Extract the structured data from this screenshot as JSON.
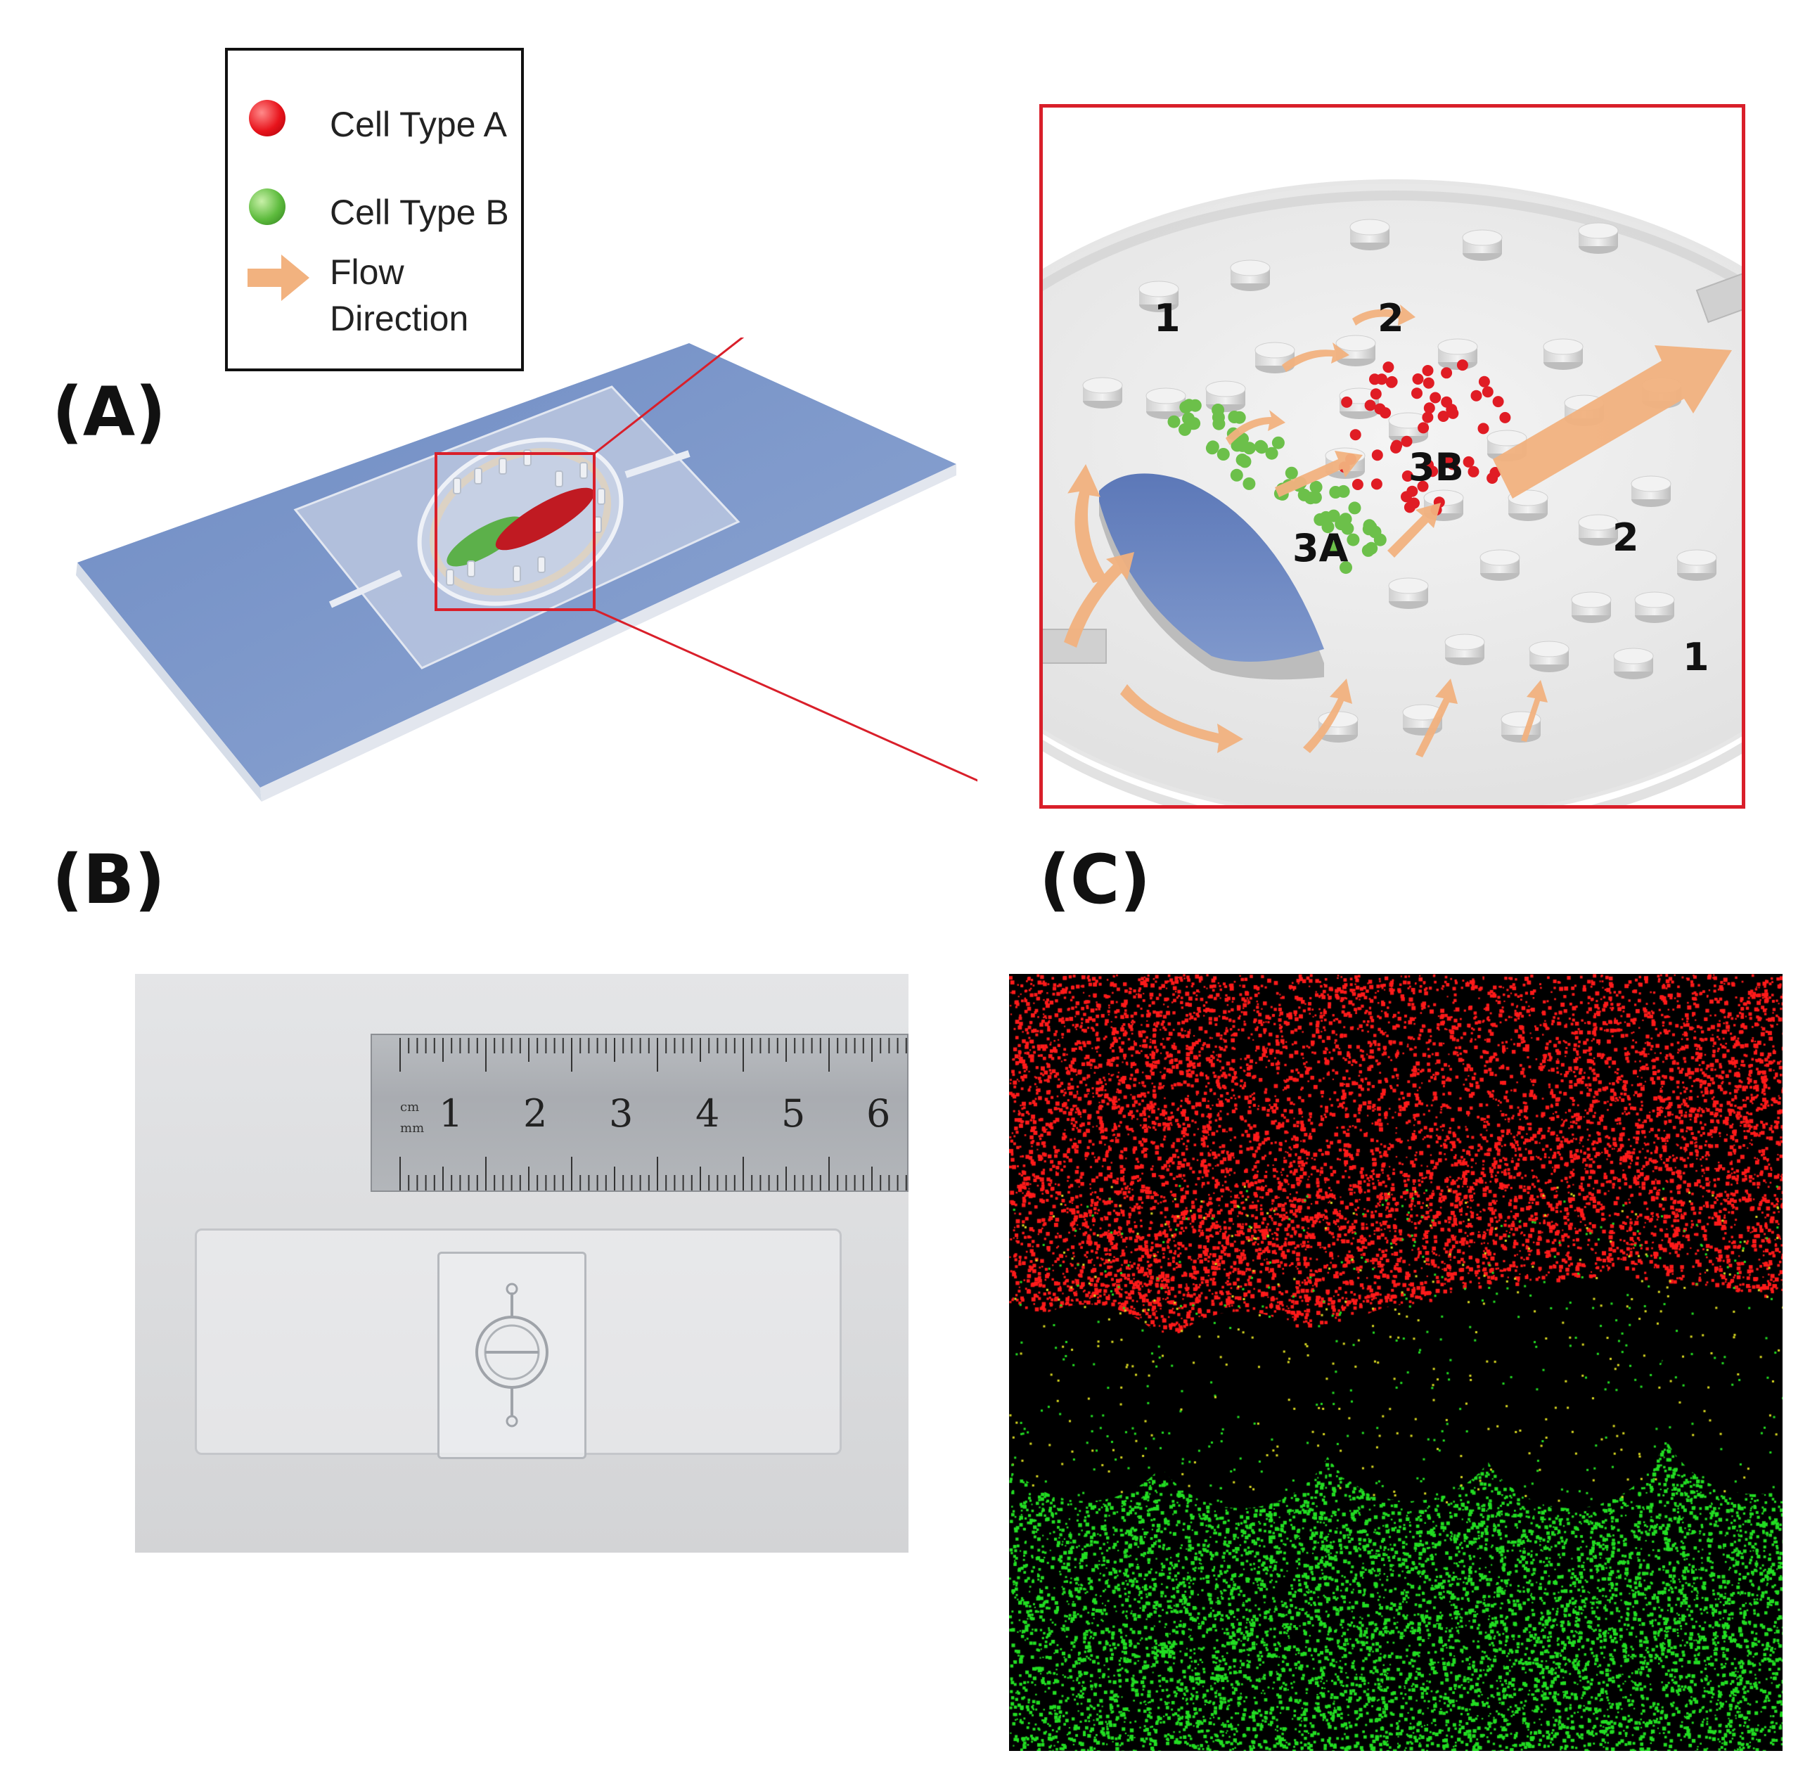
{
  "panels": {
    "a": {
      "label": "(A)"
    },
    "b": {
      "label": "(B)"
    },
    "c": {
      "label": "(C)"
    }
  },
  "legend": {
    "items": [
      {
        "label": "Cell Type A",
        "color": "#e8141c",
        "icon": "red-sphere"
      },
      {
        "label": "Cell Type B",
        "color": "#3fbf3f",
        "icon": "green-sphere"
      },
      {
        "label": "Flow Direction",
        "color": "#f2b27f",
        "icon": "arrow-right"
      }
    ]
  },
  "zoom": {
    "labels": {
      "top_left_1": "1",
      "top_2": "2",
      "region_3b": "3B",
      "region_3a": "3A",
      "right_2": "2",
      "bottom_right_1": "1"
    }
  },
  "ruler": {
    "numbers": [
      "1",
      "2",
      "3",
      "4",
      "5",
      "6"
    ],
    "unit_cm": "cm",
    "unit_mm": "mm"
  },
  "colors": {
    "highlight_box": "#d91f2a",
    "slide_blue": "#7f98c6",
    "cell_a": "#ff1a1a",
    "cell_b": "#22dd22",
    "flow": "#f2b27f"
  }
}
